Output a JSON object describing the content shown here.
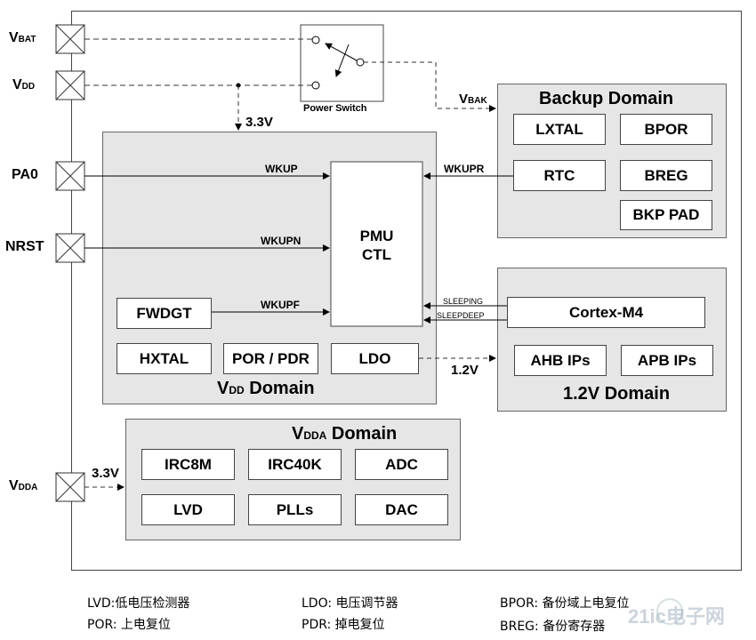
{
  "pins": {
    "vbat": {
      "main": "V",
      "sub": "BAT"
    },
    "vdd": {
      "main": "V",
      "sub": "DD"
    },
    "pa0": "PA0",
    "nrst": "NRST",
    "vdda": {
      "main": "V",
      "sub": "DDA"
    }
  },
  "power_switch": {
    "label": "Power Switch"
  },
  "voltages": {
    "vdd_3v3": "3.3V",
    "vdda_3v3": "3.3V",
    "ldo_1v2": "1.2V",
    "vbak": {
      "main": "V",
      "sub": "BAK"
    }
  },
  "backup_domain": {
    "title": "Backup Domain",
    "blocks": {
      "lxtal": "LXTAL",
      "bpor": "BPOR",
      "rtc": "RTC",
      "breg": "BREG",
      "bkp_pad": "BKP PAD"
    }
  },
  "vdd_domain": {
    "title": {
      "main": "V",
      "sub": "DD",
      "rest": " Domain"
    },
    "pmu": {
      "line1": "PMU",
      "line2": "CTL"
    },
    "blocks": {
      "fwdgt": "FWDGT",
      "hxtal": "HXTAL",
      "por_pdr": "POR / PDR",
      "ldo": "LDO"
    }
  },
  "signals": {
    "wkup": "WKUP",
    "wkupn": "WKUPN",
    "wkupf": "WKUPF",
    "wkupr": "WKUPR",
    "sleeping": "SLEEPING",
    "sleepdeep": "SLEEPDEEP"
  },
  "domain_1v2": {
    "title": "1.2V Domain",
    "blocks": {
      "cortex": "Cortex-M4",
      "ahb": "AHB IPs",
      "apb": "APB IPs"
    }
  },
  "vdda_domain": {
    "title": {
      "main": "V",
      "sub": "DDA",
      "rest": " Domain"
    },
    "blocks": {
      "irc8m": "IRC8M",
      "irc40k": "IRC40K",
      "adc": "ADC",
      "lvd": "LVD",
      "plls": "PLLs",
      "dac": "DAC"
    }
  },
  "legend": {
    "lvd": "LVD:低电压检测器",
    "por": "POR: 上电复位",
    "ldo": "LDO: 电压调节器",
    "pdr": "PDR: 掉电复位",
    "bpor": "BPOR: 备份域上电复位",
    "breg": "BREG: 备份寄存器"
  },
  "watermark": "21ic电子网"
}
